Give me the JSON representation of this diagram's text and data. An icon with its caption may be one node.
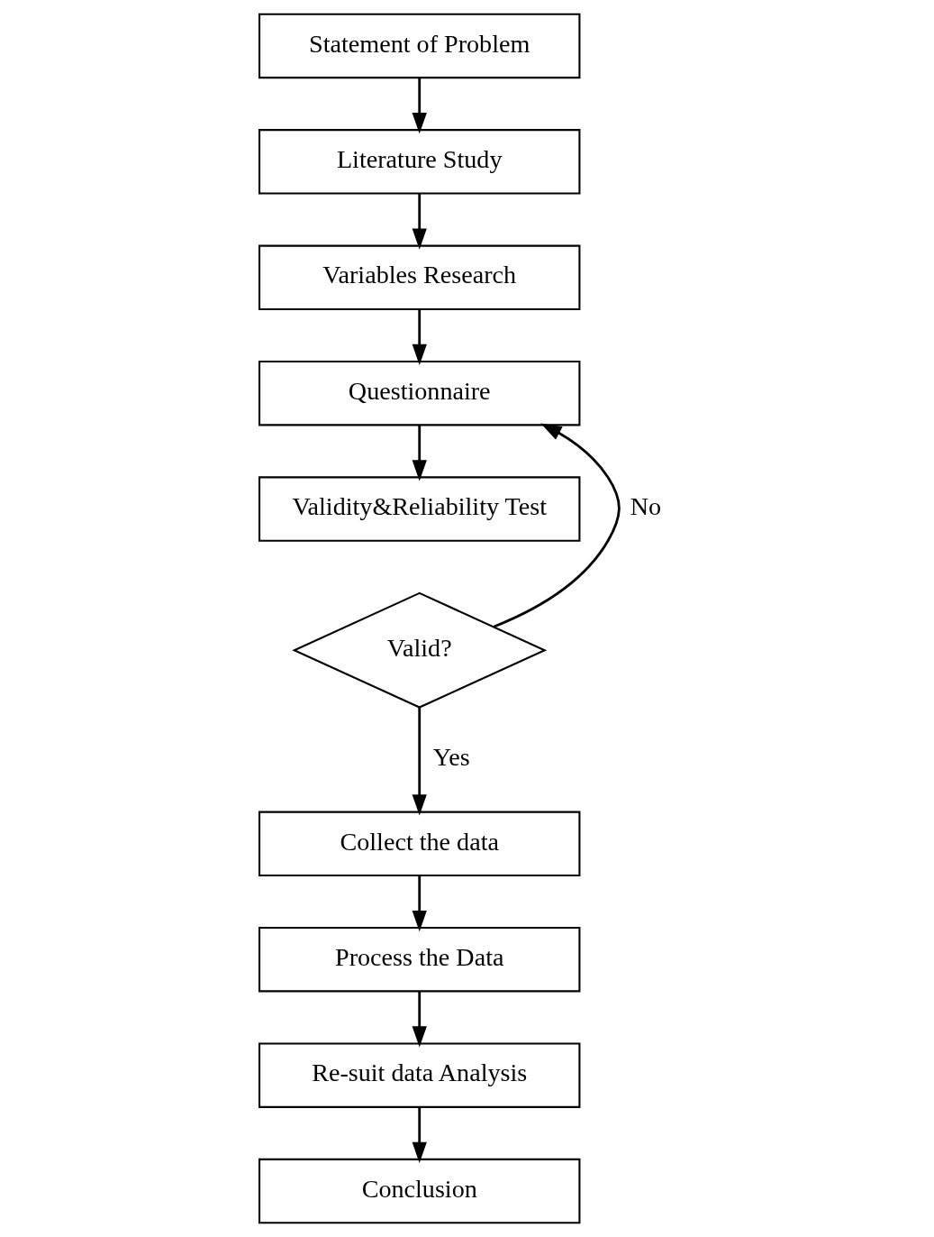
{
  "diagram": {
    "nodes": [
      {
        "text": [
          "Statement of Problem"
        ]
      },
      {
        "text": [
          "Literature Study"
        ]
      },
      {
        "text": [
          "Variables Research"
        ]
      },
      {
        "text": [
          "Questionnaire"
        ]
      },
      {
        "text": [
          "Validity&Reliability Test"
        ]
      },
      {
        "text": [
          "Valid?"
        ]
      },
      {
        "text": [
          "Collect the data"
        ]
      },
      {
        "text": [
          "Process the Data"
        ]
      },
      {
        "text": [
          "Re-suit data Analysis"
        ]
      },
      {
        "text": [
          "Conclusion"
        ]
      }
    ],
    "edges": [
      {
        "from": 0,
        "to": 1,
        "arrow": "to"
      },
      {
        "from": 1,
        "to": 2,
        "arrow": "to"
      },
      {
        "from": 2,
        "to": 3,
        "arrow": "to"
      },
      {
        "from": 3,
        "to": 4,
        "arrow": "to"
      },
      {
        "from": 5,
        "to": 3,
        "arrow": "to",
        "label": "No"
      },
      {
        "from": 5,
        "to": 6,
        "arrow": "to",
        "label": "Yes"
      },
      {
        "from": 6,
        "to": 7,
        "arrow": "to"
      },
      {
        "from": 7,
        "to": 8,
        "arrow": "to"
      },
      {
        "from": 8,
        "to": 9,
        "arrow": "to"
      }
    ]
  }
}
